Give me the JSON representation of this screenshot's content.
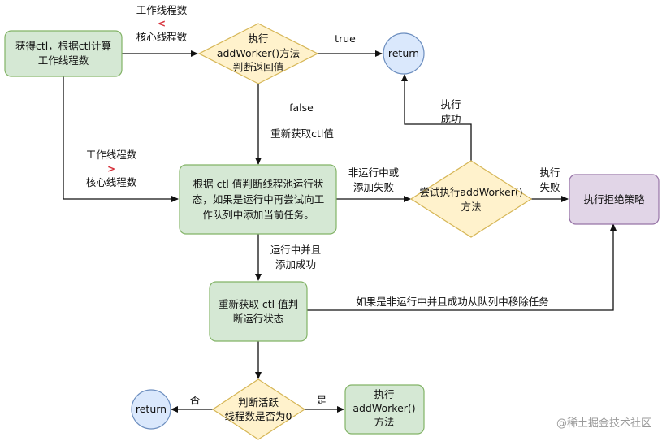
{
  "nodes": {
    "get_ctl": [
      "获得ctl，根据ctl计算",
      "工作线程数"
    ],
    "add_worker_1": [
      "执行",
      "addWorker()方法",
      "判断返回值"
    ],
    "return_1": [
      "return"
    ],
    "check_state": [
      "根据 ctl 值判断线程池运行状",
      "态，如果是运行中再尝试向工",
      "作队列中添加当前任务。"
    ],
    "try_add_worker": [
      "尝试执行addWorker()",
      "方法"
    ],
    "reject": [
      "执行拒绝策略"
    ],
    "recheck": [
      "重新获取 ctl 值判",
      "断运行状态"
    ],
    "check_zero": [
      "判断活跃",
      "线程数是否为0"
    ],
    "return_2": [
      "return"
    ],
    "add_worker_2": [
      "执行",
      "addWorker()",
      "方法"
    ]
  },
  "labels": {
    "lt_top": "工作线程数",
    "lt_sym": "<",
    "lt_bottom": "核心线程数",
    "gt_top": "工作线程数",
    "gt_sym": ">",
    "gt_bottom": "核心线程数",
    "true": "true",
    "false": "false",
    "refetch": "重新获取ctl值",
    "exec_success": [
      "执行",
      "成功"
    ],
    "not_running": [
      "非运行中或",
      "添加失败"
    ],
    "exec_fail": [
      "执行",
      "失败"
    ],
    "running_added": [
      "运行中并且",
      "添加成功"
    ],
    "remove_task": "如果是非运行中并且成功从队列中移除任务",
    "no": "否",
    "yes": "是"
  },
  "watermark": "@稀土掘金技术社区",
  "colors": {
    "green_fill": "#d5e8d4",
    "green_stroke": "#82b366",
    "yellow_fill": "#fff2cc",
    "yellow_stroke": "#d6b656",
    "blue_fill": "#dae8fc",
    "blue_stroke": "#6c8ebf",
    "purple_fill": "#e1d5e7",
    "purple_stroke": "#9673a6"
  }
}
